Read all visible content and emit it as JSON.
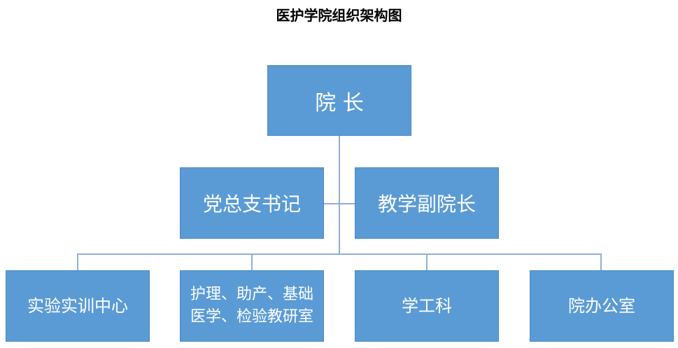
{
  "title": "医护学院组织架构图",
  "nodes": {
    "dean": "院 长",
    "party_secretary": "党总支书记",
    "vice_dean_teaching": "教学副院长",
    "training_center": "实验实训中心",
    "teaching_offices": "护理、助产、基础医学、检验教研室",
    "student_affairs": "学工科",
    "dean_office": "院办公室"
  }
}
